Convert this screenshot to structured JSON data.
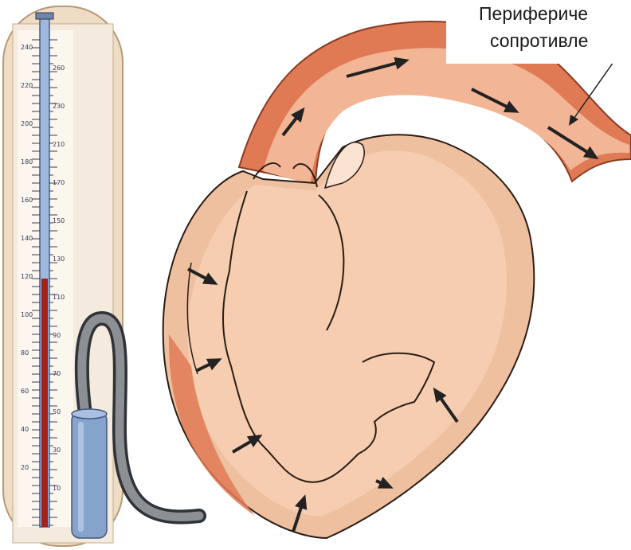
{
  "annotation": {
    "line1": "Перифериче",
    "line2": "сопротивле"
  },
  "manometer": {
    "scale_left": [
      "240",
      "220",
      "200",
      "180",
      "160",
      "140",
      "120",
      "100",
      "80",
      "60",
      "40",
      "20"
    ],
    "scale_right": [
      "260",
      "230",
      "210",
      "170",
      "150",
      "130",
      "110",
      "90",
      "70",
      "50",
      "30",
      "10"
    ],
    "mercury_level": 120
  },
  "colors": {
    "heart_fill": "#f6cdb0",
    "wall_fill": "#eec0a0",
    "artery": "#e07a55",
    "artery_dark": "#c8502e",
    "mercury": "#a52018",
    "tube_glass": "#9fb8dd",
    "cuff": "#c7ae8a",
    "bulb": "#86a3cc",
    "hose": "#7d8083",
    "arrow": "#222222"
  },
  "icons": [
    "arrow-icon"
  ]
}
